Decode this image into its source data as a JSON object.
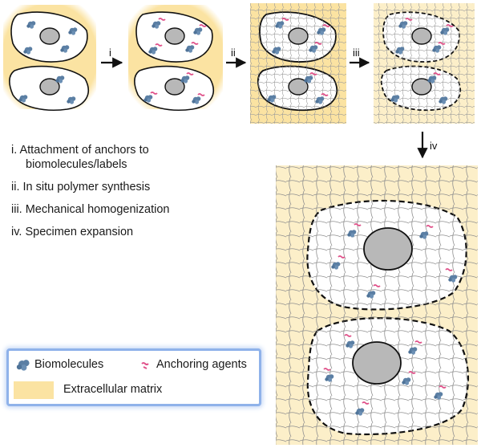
{
  "steps": [
    {
      "line1": "i. Attachment of anchors to",
      "line2": "biomolecules/labels"
    },
    {
      "line1": "ii. In situ polymer synthesis",
      "line2": ""
    },
    {
      "line1": "iii. Mechanical homogenization",
      "line2": ""
    },
    {
      "line1": "iv. Specimen expansion",
      "line2": ""
    }
  ],
  "arrows": [
    "i",
    "ii",
    "iii",
    "iv"
  ],
  "legend": {
    "biomolecules": "Biomolecules",
    "anchoring": "Anchoring agents",
    "ecm": "Extracellular matrix"
  },
  "colors": {
    "ecm": "#fbe3a2",
    "biomolecule": "#5b7fa4",
    "anchor": "#e0528a",
    "nucleus": "#b8b8b8",
    "mesh": "#9a9a9a",
    "frame": "#8fb2ea"
  },
  "icons": [
    "biomolecule-icon",
    "anchor-icon",
    "arrow-icon"
  ]
}
